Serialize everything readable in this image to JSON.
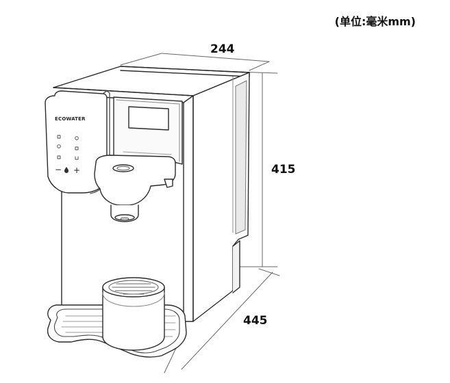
{
  "unit_label": "(单位:毫米mm)",
  "dimensions": {
    "width": "244",
    "height": "415",
    "depth": "445"
  },
  "brand": "ECOWATER",
  "panel_symbols": {
    "minus": "−",
    "plus": "+"
  }
}
